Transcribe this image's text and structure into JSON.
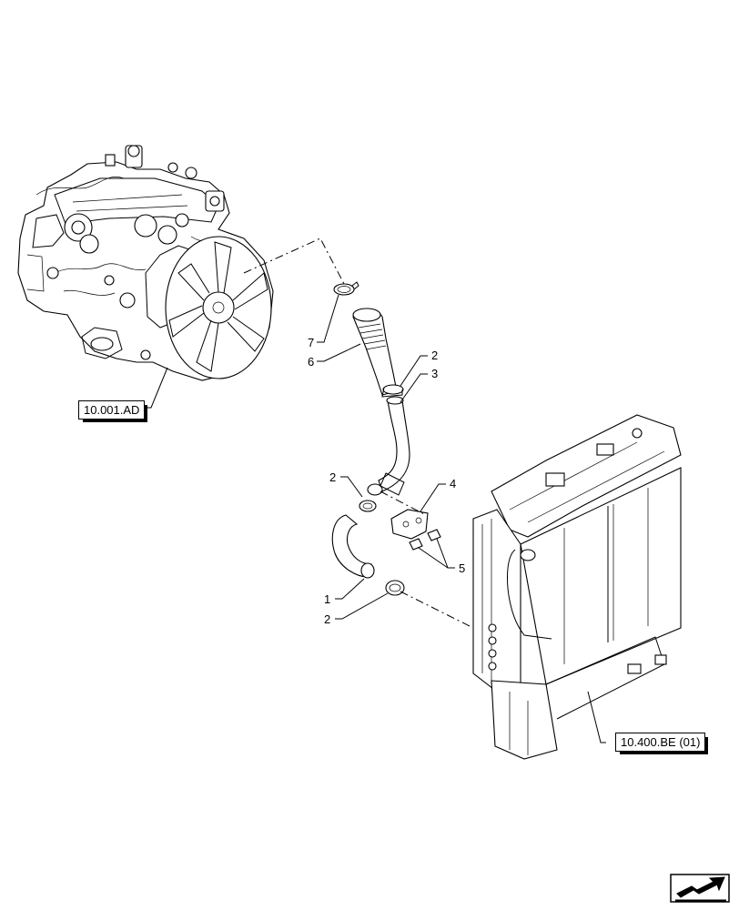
{
  "callouts": [
    {
      "number": "7"
    },
    {
      "number": "6"
    },
    {
      "number": "2"
    },
    {
      "number": "3"
    },
    {
      "number": "2"
    },
    {
      "number": "4"
    },
    {
      "number": "5"
    },
    {
      "number": "1"
    },
    {
      "number": "2"
    }
  ],
  "references": {
    "engine": "10.001.AD",
    "radiator": "10.400.BE (01)"
  },
  "icons": {
    "navigation": "next-page-arrow-icon"
  }
}
